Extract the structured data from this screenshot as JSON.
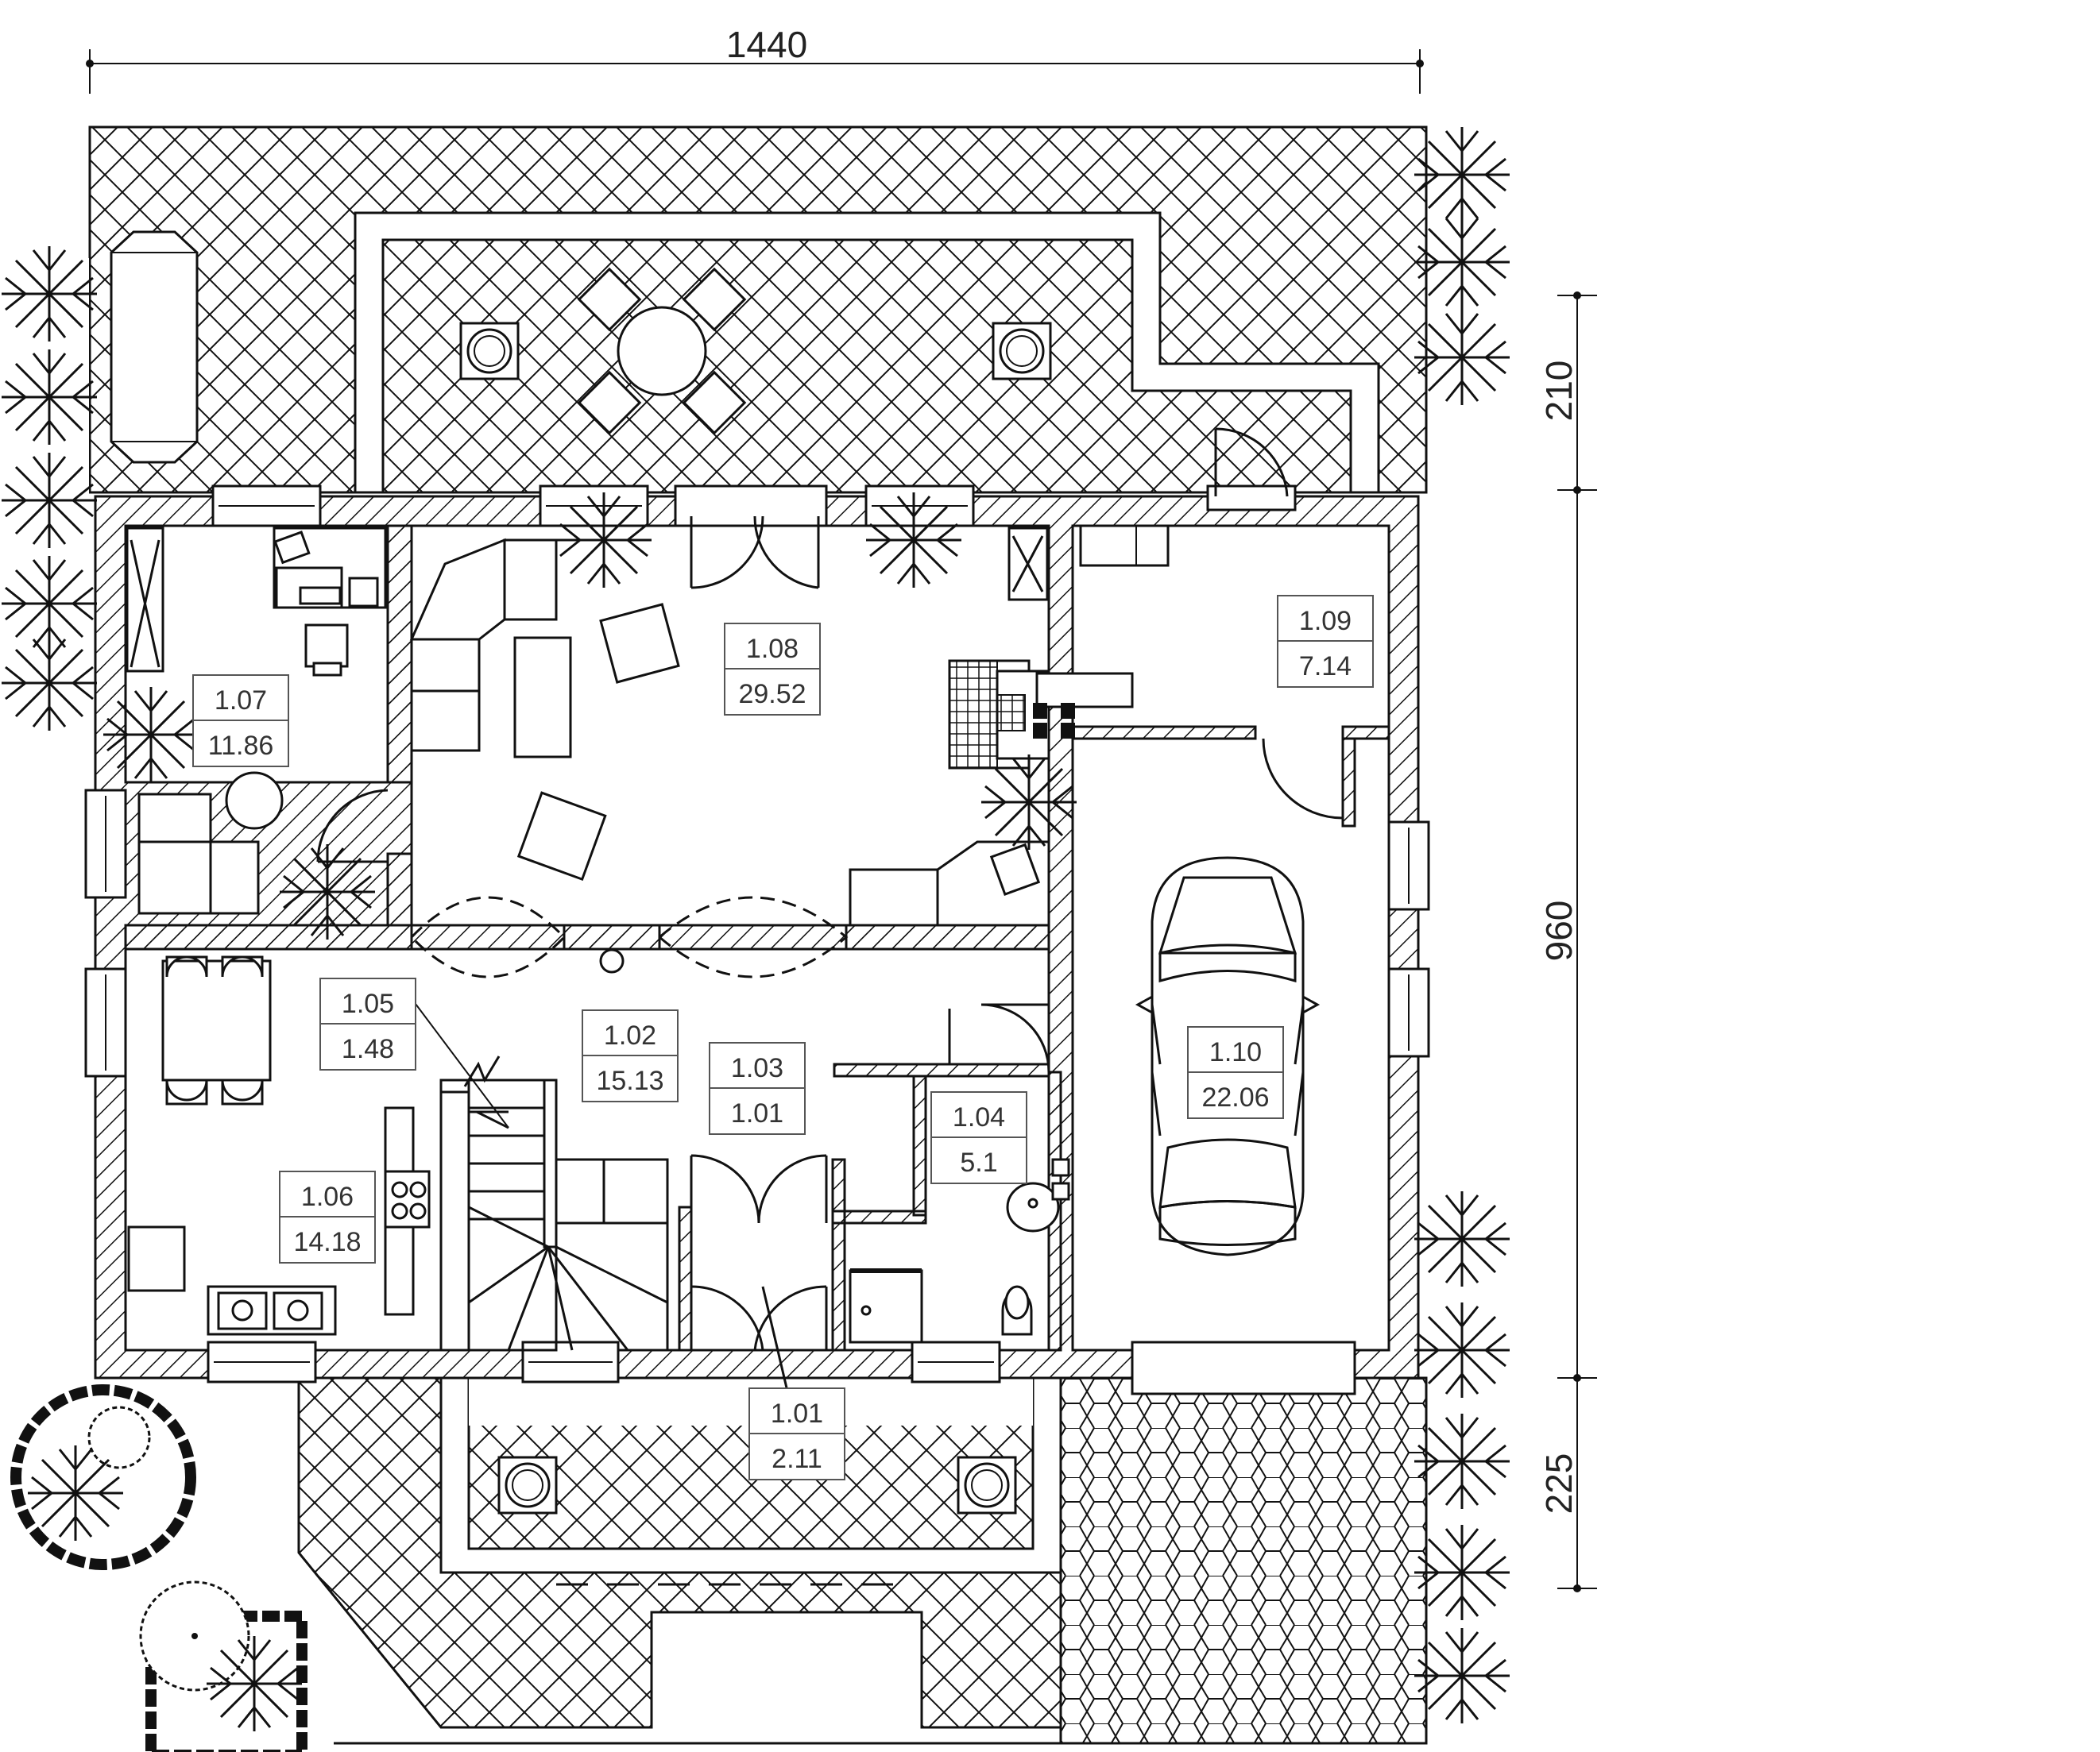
{
  "dimensions": {
    "top_width": "1440",
    "right_top": "210",
    "right_middle": "960",
    "right_bottom": "225"
  },
  "rooms": [
    {
      "id": "1.01",
      "area": "2.11"
    },
    {
      "id": "1.02",
      "area": "15.13"
    },
    {
      "id": "1.03",
      "area": "1.01"
    },
    {
      "id": "1.04",
      "area": "5.1"
    },
    {
      "id": "1.05",
      "area": "1.48"
    },
    {
      "id": "1.06",
      "area": "14.18"
    },
    {
      "id": "1.07",
      "area": "11.86"
    },
    {
      "id": "1.08",
      "area": "29.52"
    },
    {
      "id": "1.09",
      "area": "7.14"
    },
    {
      "id": "1.10",
      "area": "22.06"
    }
  ],
  "colors": {
    "line": "#111111",
    "background": "#ffffff",
    "text": "#333333"
  }
}
